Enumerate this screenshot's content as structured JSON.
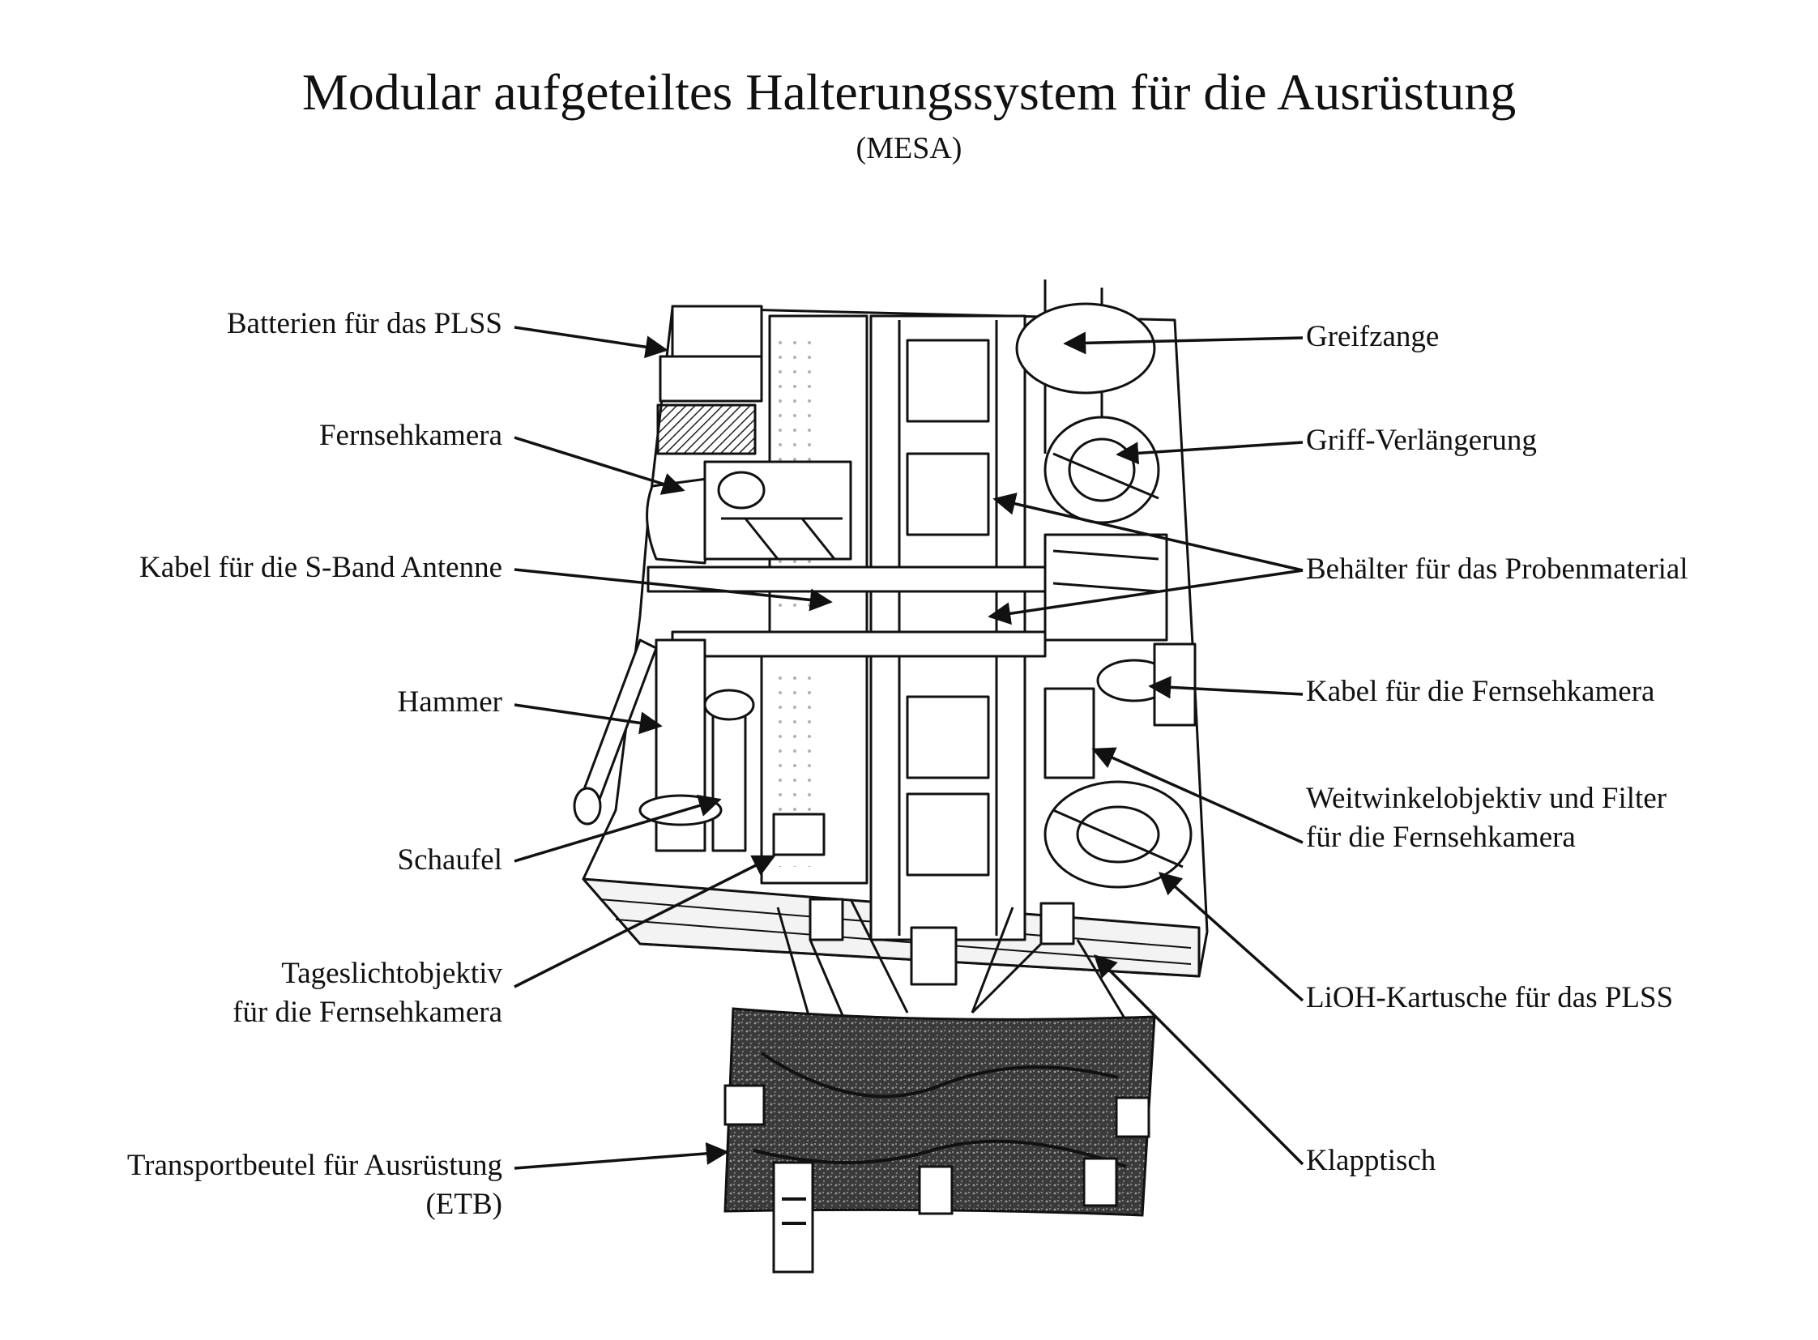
{
  "title": "Modular aufgeteiltes Halterungssystem für die Ausrüstung",
  "subtitle": "(MESA)",
  "labels_left": [
    {
      "id": "batterien",
      "lines": [
        "Batterien für das PLSS"
      ]
    },
    {
      "id": "fernsehkamera",
      "lines": [
        "Fernsehkamera"
      ]
    },
    {
      "id": "kabel-sband",
      "lines": [
        "Kabel für die S-Band Antenne"
      ]
    },
    {
      "id": "hammer",
      "lines": [
        "Hammer"
      ]
    },
    {
      "id": "schaufel",
      "lines": [
        "Schaufel"
      ]
    },
    {
      "id": "tageslicht",
      "lines": [
        "Tageslichtobjektiv",
        "für die Fernsehkamera"
      ]
    },
    {
      "id": "transportbeutel",
      "lines": [
        "Transportbeutel für Ausrüstung",
        "(ETB)"
      ]
    }
  ],
  "labels_right": [
    {
      "id": "greifzange",
      "lines": [
        "Greifzange"
      ]
    },
    {
      "id": "griff",
      "lines": [
        "Griff-Verlängerung"
      ]
    },
    {
      "id": "behaelter",
      "lines": [
        "Behälter für das Probenmaterial"
      ]
    },
    {
      "id": "kabel-tv",
      "lines": [
        "Kabel für die Fernsehkamera"
      ]
    },
    {
      "id": "weitwinkel",
      "lines": [
        "Weitwinkelobjektiv und Filter",
        "für die Fernsehkamera"
      ]
    },
    {
      "id": "lioh",
      "lines": [
        "LiOH-Kartusche für das PLSS"
      ]
    },
    {
      "id": "klapptisch",
      "lines": [
        "Klapptisch"
      ]
    }
  ]
}
